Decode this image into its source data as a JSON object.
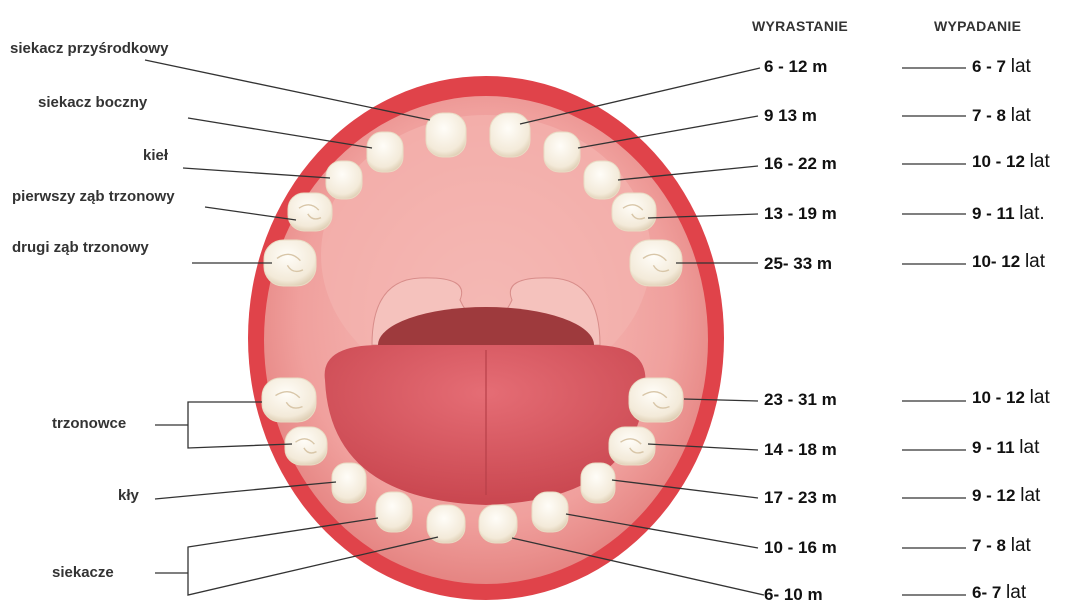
{
  "headers": {
    "erupt": "WYRASTANIE",
    "shed": "WYPADANIE"
  },
  "upper_labels": [
    "siekacz przyśrodkowy",
    "siekacz boczny",
    "kieł",
    "pierwszy ząb trzonowy",
    "drugi ząb trzonowy"
  ],
  "lower_labels": [
    "trzonowce",
    "kły",
    "siekacze"
  ],
  "upper_rows": [
    {
      "erupt": "6 - 12 m",
      "shed_num": "6 - 7",
      "shed_unit": "lat"
    },
    {
      "erupt": "9   13 m",
      "shed_num": "7 - 8",
      "shed_unit": "lat"
    },
    {
      "erupt": "16 - 22 m",
      "shed_num": "10 - 12",
      "shed_unit": "lat"
    },
    {
      "erupt": "13 - 19 m",
      "shed_num": "9 - 11",
      "shed_unit": "lat."
    },
    {
      "erupt": "25- 33 m",
      "shed_num": "10- 12",
      "shed_unit": "lat"
    }
  ],
  "lower_rows": [
    {
      "erupt": "23 - 31 m",
      "shed_num": "10 - 12",
      "shed_unit": "lat"
    },
    {
      "erupt": "14 - 18 m",
      "shed_num": "9 - 11",
      "shed_unit": "lat"
    },
    {
      "erupt": "17 - 23 m",
      "shed_num": "9 - 12",
      "shed_unit": "lat"
    },
    {
      "erupt": "10 - 16 m",
      "shed_num": "7 - 8",
      "shed_unit": "lat"
    },
    {
      "erupt": "6- 10 m",
      "shed_num": "6- 7",
      "shed_unit": "lat"
    }
  ],
  "colors": {
    "lips": "#e0434a",
    "mouth_inner": "#f2a7a4",
    "tongue": "#d95a63",
    "throat": "#9e3a3d",
    "tooth": "#f7f1e6",
    "tooth_shade": "#e6d8c1",
    "line": "#333333"
  }
}
